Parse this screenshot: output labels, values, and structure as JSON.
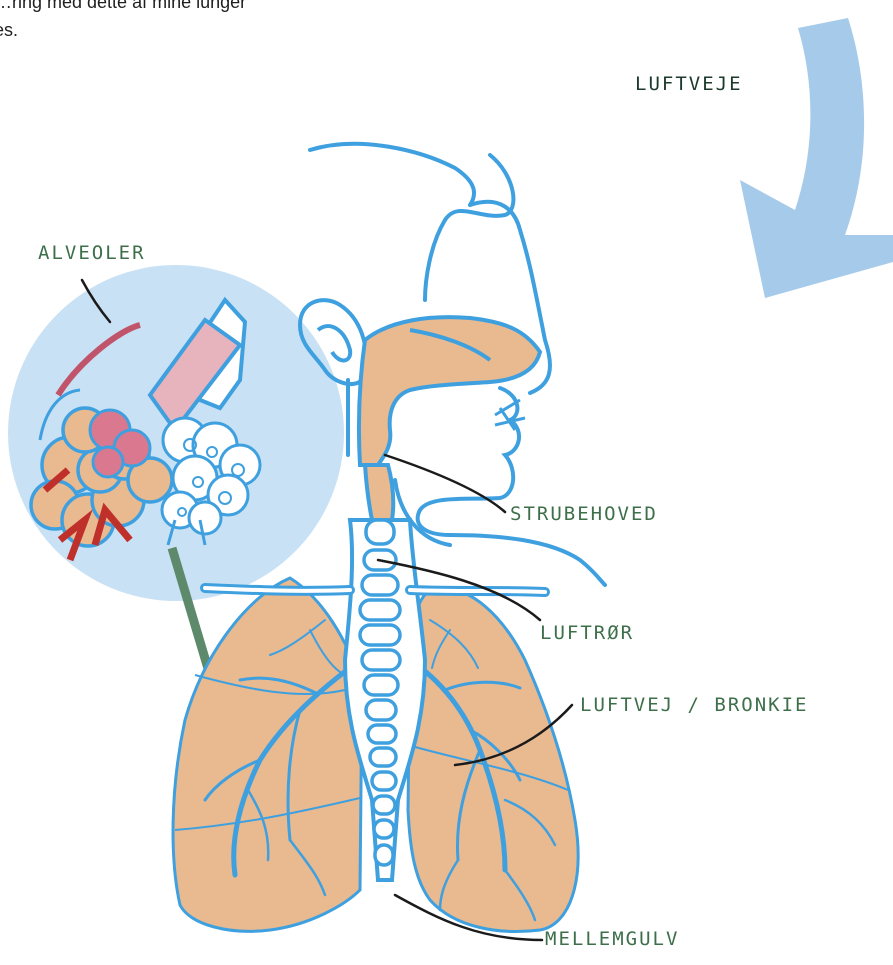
{
  "intro_text": {
    "line1": "…ring med dette af mine lunger",
    "line2": "es."
  },
  "labels": {
    "airways": "LUFTVEJE",
    "alveoli": "ALVEOLER",
    "larynx": "STRUBEHOVED",
    "trachea": "LUFTRØR",
    "bronchus": "LUFTVEJ / BRONKIE",
    "diaphragm": "MELLEMGULV"
  },
  "colors": {
    "outline": "#3fa0e0",
    "tissue": "#e9b98f",
    "circle_fill": "#c9e1f4",
    "arrow": "#a6cbea",
    "blood": "#c0546b",
    "pointer_bar": "#5c8a6b",
    "label_green": "#3d6f4a",
    "label_dark": "#1c3a2c"
  }
}
